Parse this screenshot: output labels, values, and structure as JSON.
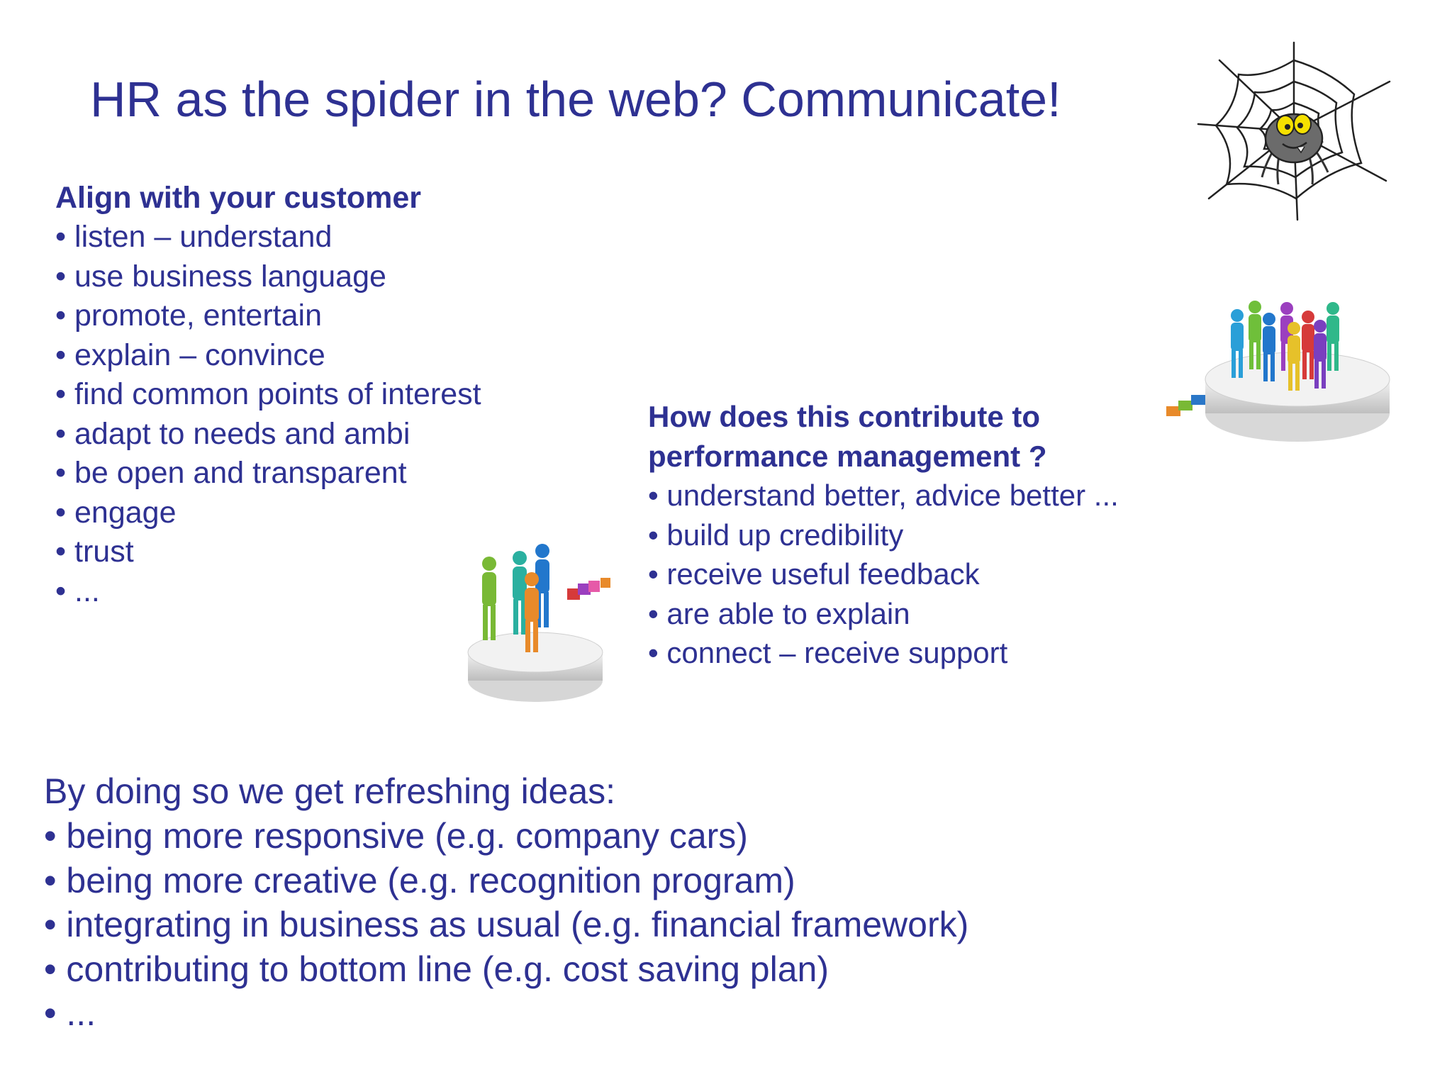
{
  "slide": {
    "title": "HR as the spider in the web? Communicate!",
    "align": {
      "heading": "Align with your customer",
      "items": [
        "listen – understand",
        "use business language",
        "promote, entertain",
        "explain – convince",
        "find common points of interest",
        "adapt to needs and ambi",
        "be open and transparent",
        "engage",
        "trust",
        "..."
      ]
    },
    "contribute": {
      "heading_line1": "How does this contribute to",
      "heading_line2": "performance management ?",
      "items": [
        "understand better, advice better ...",
        "build up credibility",
        "receive useful feedback",
        "are able to explain",
        "connect – receive support"
      ]
    },
    "refreshing": {
      "heading": "By doing so we get refreshing ideas:",
      "items": [
        "being more responsive (e.g. company cars)",
        "being more creative (e.g. recognition program)",
        "integrating in business as usual (e.g. financial framework)",
        "contributing to bottom line (e.g. cost saving plan)",
        "..."
      ]
    },
    "illustrations": [
      "spider-web-icon",
      "people-on-platform-icon",
      "people-on-platform-icon"
    ],
    "colors": {
      "text": "#2e3192",
      "background": "#ffffff"
    }
  }
}
